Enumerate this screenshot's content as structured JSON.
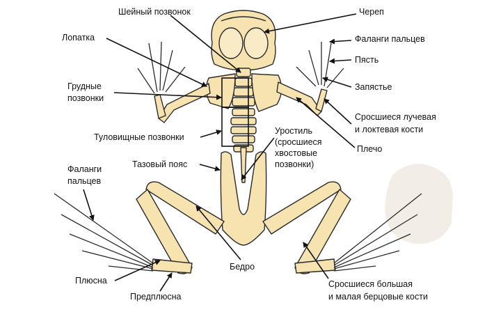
{
  "labels": {
    "cervical_vertebra": "Шейный позвонок",
    "skull": "Череп",
    "scapula": "Лопатка",
    "finger_phalanges": "Фаланги пальцев",
    "metacarpus": "Пясть",
    "thoracic_vertebrae_1": "Грудные",
    "thoracic_vertebrae_2": "позвонки",
    "carpus": "Запястье",
    "fused_radius_ulna_1": "Сросшиеся лучевая",
    "fused_radius_ulna_2": "и локтевая кости",
    "trunk_vertebrae": "Туловищные позвонки",
    "urostyle_1": "Уростиль",
    "urostyle_2": "(сросшиеся",
    "urostyle_3": "хвостовые",
    "urostyle_4": "позвонки)",
    "humerus": "Плечо",
    "pelvic_girdle": "Тазовый пояс",
    "toe_phalanges_1": "Фаланги",
    "toe_phalanges_2": "пальцев",
    "metatarsus": "Плюсна",
    "femur": "Бедро",
    "tarsus": "Предплюсна",
    "fused_tibia_fibula_1": "Сросшиеся большая",
    "fused_tibia_fibula_2": "и малая берцовые кости"
  },
  "colors": {
    "bone_fill": "#f6e3b0",
    "bone_stroke": "#2a2a2a",
    "pointer": "#111111",
    "label_text": "#111111",
    "watermark": "#f1ece6"
  },
  "icons": [
    "frog-skeleton-illustration",
    "watermark-logo"
  ]
}
